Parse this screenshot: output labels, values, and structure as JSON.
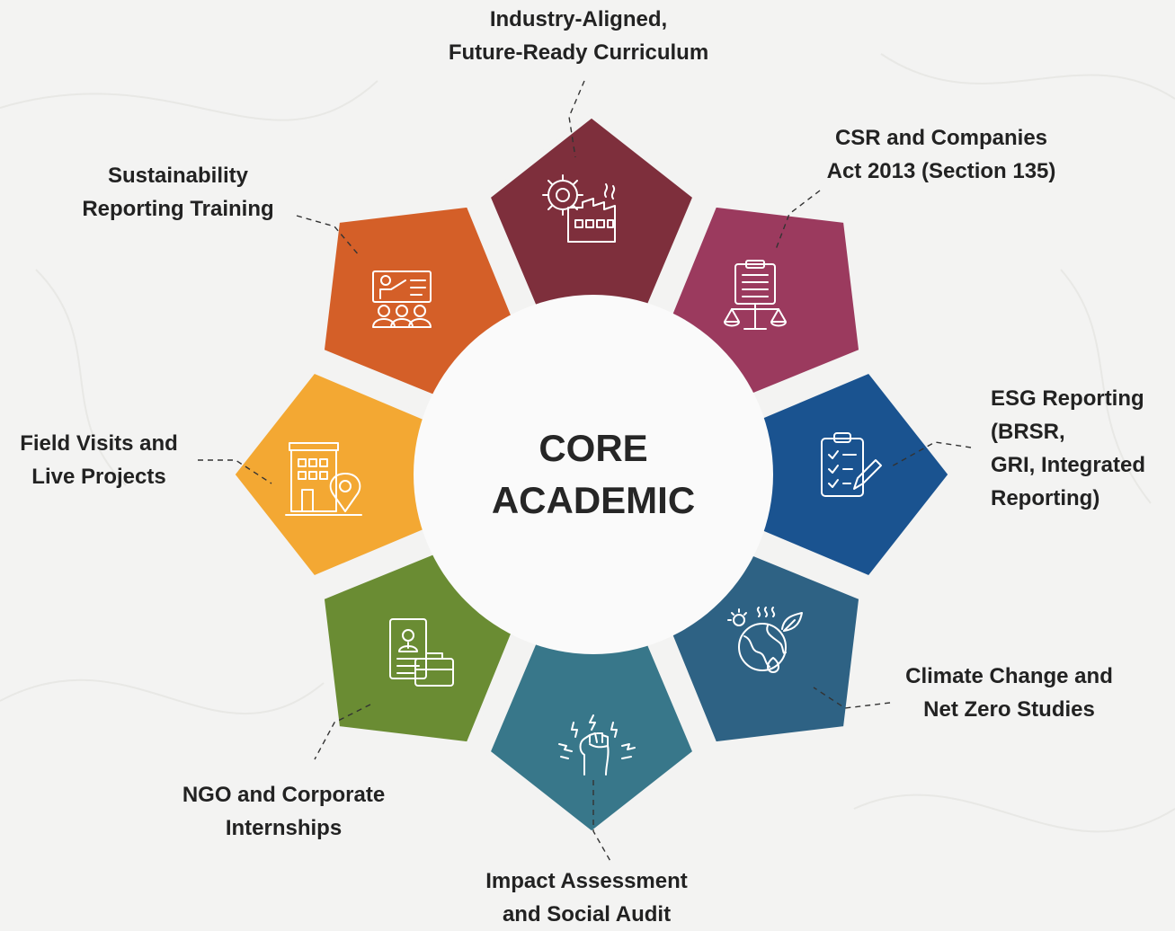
{
  "center": {
    "line1": "CORE",
    "line2": "ACADEMIC"
  },
  "segments": [
    {
      "id": "curriculum",
      "lines": [
        "Industry-Aligned,",
        "Future-Ready Curriculum"
      ],
      "color": "#7e2f3c",
      "icon": "factory-gear-icon"
    },
    {
      "id": "csr",
      "lines": [
        "CSR and Companies",
        "Act 2013 (Section 135)"
      ],
      "color": "#9b3a5e",
      "icon": "legal-document-scales-icon"
    },
    {
      "id": "esg",
      "lines": [
        "ESG Reporting",
        "(BRSR,",
        "GRI, Integrated",
        "Reporting)"
      ],
      "color": "#1a5390",
      "icon": "clipboard-checklist-icon"
    },
    {
      "id": "climate",
      "lines": [
        "Climate Change and",
        "Net Zero Studies"
      ],
      "color": "#2e6284",
      "icon": "globe-climate-icon"
    },
    {
      "id": "impact",
      "lines": [
        "Impact Assessment",
        "and Social Audit"
      ],
      "color": "#38778a",
      "icon": "fist-impact-icon"
    },
    {
      "id": "ngo",
      "lines": [
        "NGO and Corporate",
        "Internships"
      ],
      "color": "#6a8c33",
      "icon": "id-card-briefcase-icon"
    },
    {
      "id": "field",
      "lines": [
        "Field Visits and",
        "Live Projects"
      ],
      "color": "#f3a833",
      "icon": "building-location-icon"
    },
    {
      "id": "training",
      "lines": [
        "Sustainability",
        "Reporting Training"
      ],
      "color": "#d45f28",
      "icon": "presentation-audience-icon"
    }
  ]
}
